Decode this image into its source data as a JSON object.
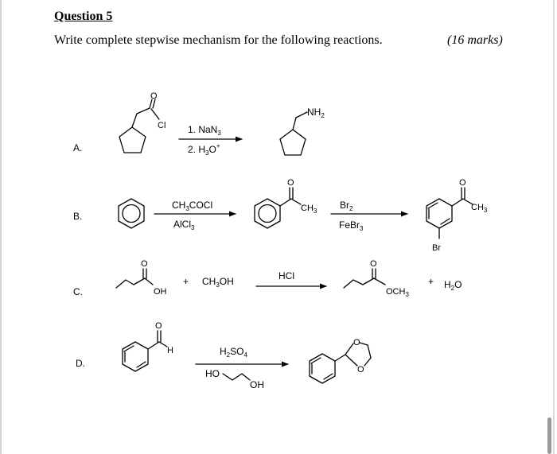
{
  "question": {
    "title": "Question 5",
    "instruction": "Write complete stepwise mechanism for the following reactions.",
    "marks": "(16 marks)"
  },
  "reactions": [
    {
      "label": "A.",
      "reagents": [
        "1. NaN",
        "3",
        "2. H",
        "3",
        "O",
        "+"
      ],
      "labels": {
        "cl": "Cl",
        "o": "O",
        "nh": "NH",
        "nh_sub": "2"
      }
    },
    {
      "label": "B.",
      "reagent1": {
        "top": [
          "CH",
          "3",
          "COCl"
        ],
        "bottom": [
          "AlCl",
          "3"
        ]
      },
      "intermediate": {
        "o": "O",
        "me": [
          "CH",
          "3"
        ]
      },
      "reagent2": {
        "top": [
          "Br",
          "2"
        ],
        "bottom": [
          "FeBr",
          "3"
        ]
      },
      "product": {
        "o": "O",
        "me": [
          "CH",
          "3"
        ],
        "br": "Br"
      }
    },
    {
      "label": "C.",
      "acid": {
        "o": "O",
        "oh": "OH"
      },
      "plus1": "+",
      "alcohol": [
        "CH",
        "3",
        "OH"
      ],
      "reagent": "HCl",
      "ester": {
        "o": "O",
        "och": "OCH",
        "och_sub": "3"
      },
      "plus2": "+",
      "water": [
        "H",
        "2",
        "O"
      ]
    },
    {
      "label": "D.",
      "aldehyde": {
        "o": "O",
        "h": "H"
      },
      "reagent_top": [
        "H",
        "2",
        "SO",
        "4"
      ],
      "diol": {
        "ho": "HO",
        "oh": "OH"
      },
      "acetal": {
        "o1": "O",
        "o2": "O"
      }
    }
  ],
  "colors": {
    "ink": "#000000",
    "background": "#ffffff"
  }
}
